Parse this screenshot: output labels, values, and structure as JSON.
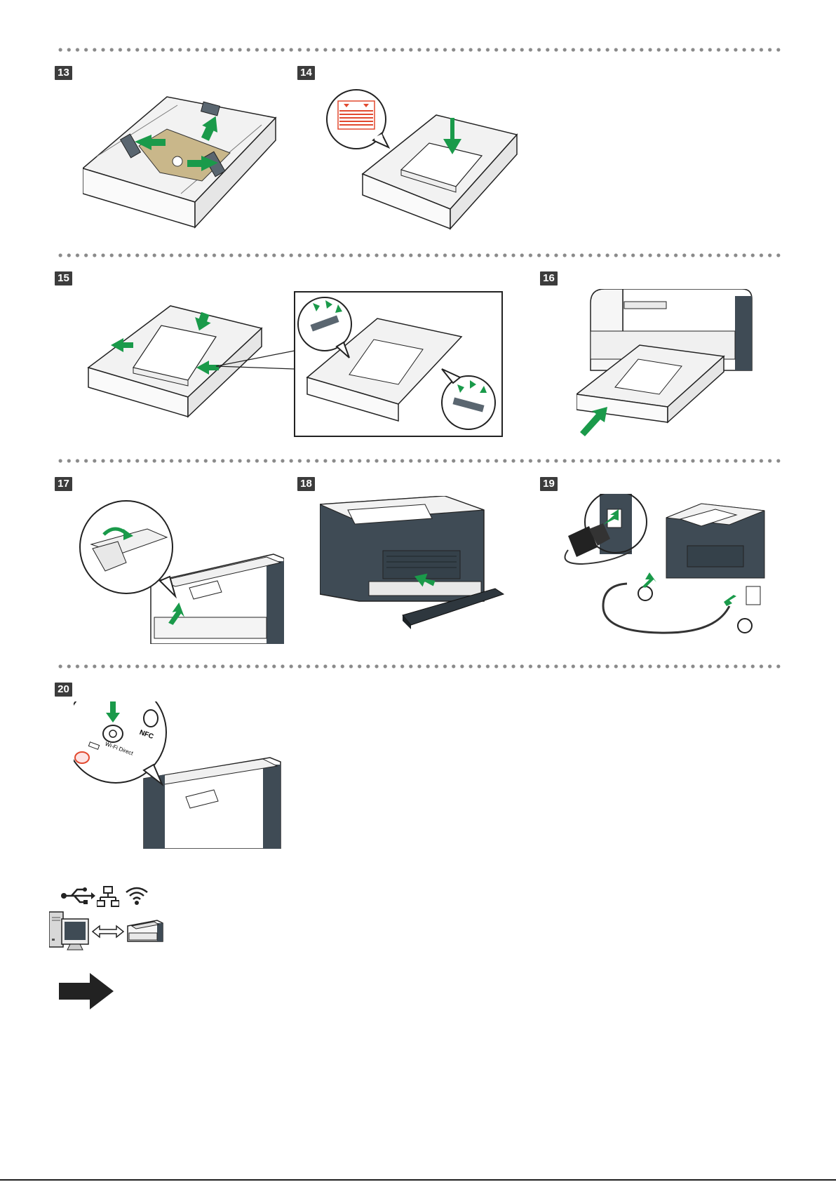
{
  "steps": [
    {
      "number": "13"
    },
    {
      "number": "14"
    },
    {
      "number": "15"
    },
    {
      "number": "16"
    },
    {
      "number": "17"
    },
    {
      "number": "18"
    },
    {
      "number": "19"
    },
    {
      "number": "20"
    }
  ],
  "panel20": {
    "nfc_label": "NFC",
    "wifi_direct_label": "Wi-Fi Direct"
  },
  "connections": {
    "icons": [
      "usb-icon",
      "network-icon",
      "wifi-icon"
    ]
  },
  "colors": {
    "badge": "#3c3c3c",
    "accent_green": "#1a9a4a",
    "printer_body": "#3f4b55",
    "alert_red": "#e2492f"
  }
}
